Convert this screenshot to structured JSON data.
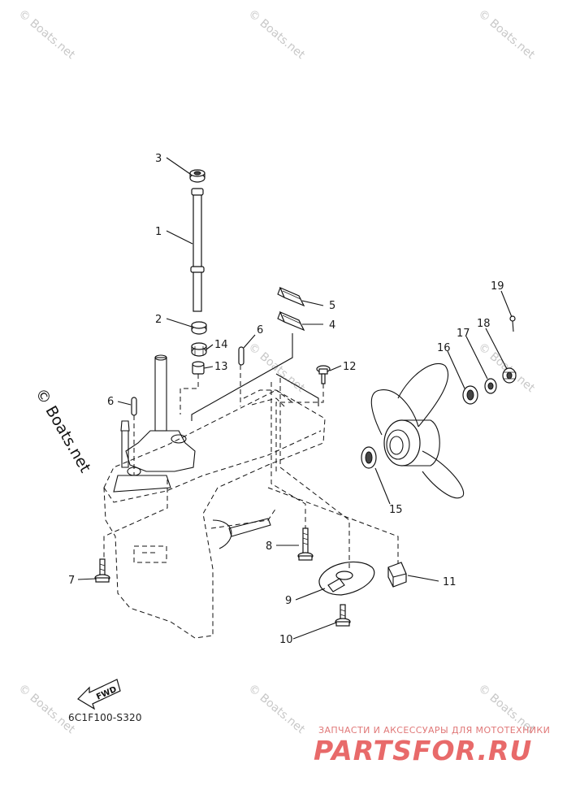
{
  "watermark_text": "© Boats.net",
  "side_watermark": "© Boats.net",
  "diagram_code": "6C1F100-S320",
  "fwd_label": "FWD",
  "shop": {
    "line": "ЗАПЧАСТИ И АКСЕССУАРЫ ДЛЯ МОТОТЕХНИКИ",
    "brand": "PARTSFOR.RU"
  },
  "callouts": {
    "c1": "1",
    "c2": "2",
    "c3": "3",
    "c4": "4",
    "c5": "5",
    "c6a": "6",
    "c6b": "6",
    "c7": "7",
    "c8": "8",
    "c9": "9",
    "c10": "10",
    "c11": "11",
    "c12": "12",
    "c13": "13",
    "c14": "14",
    "c15": "15",
    "c16": "16",
    "c17": "17",
    "c18": "18",
    "c19": "19"
  },
  "colors": {
    "line": "#111111",
    "watermark": "#c8c8c8",
    "shop_brand": "#e86a6a"
  }
}
